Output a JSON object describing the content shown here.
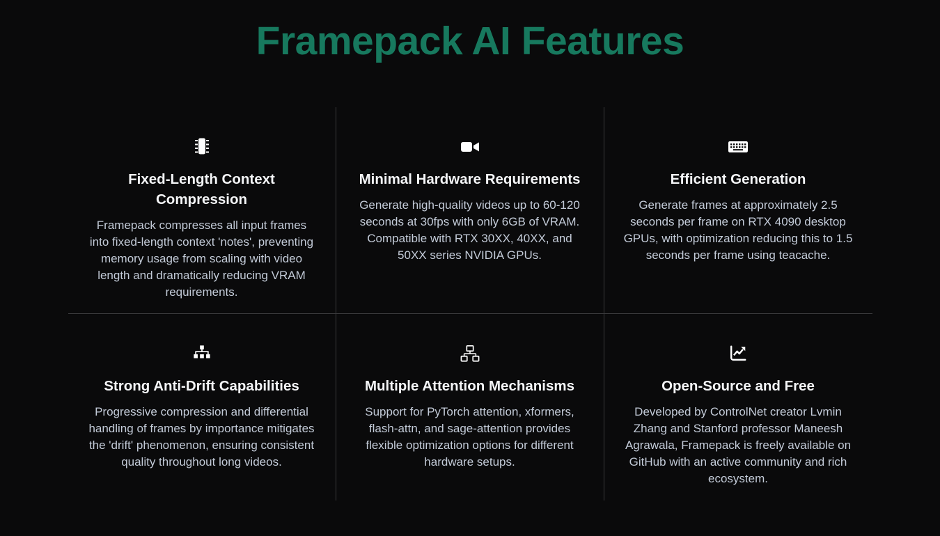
{
  "theme": {
    "background": "#0a0a0b",
    "accent": "#17795e",
    "heading_color": "#f4f5f7",
    "body_color": "#c3cbd8",
    "divider": "#3a3a3c",
    "icon_color": "#ffffff"
  },
  "header": {
    "title": "Framepack AI Features"
  },
  "features": [
    {
      "icon": "microchip-icon",
      "title": "Fixed-Length Context Compression",
      "description": "Framepack compresses all input frames into fixed-length context 'notes', preventing memory usage from scaling with video length and dramatically reducing VRAM requirements."
    },
    {
      "icon": "video-camera-icon",
      "title": "Minimal Hardware Requirements",
      "description": "Generate high-quality videos up to 60-120 seconds at 30fps with only 6GB of VRAM. Compatible with RTX 30XX, 40XX, and 50XX series NVIDIA GPUs."
    },
    {
      "icon": "keyboard-icon",
      "title": "Efficient Generation",
      "description": "Generate frames at approximately 2.5 seconds per frame on RTX 4090 desktop GPUs, with optimization reducing this to 1.5 seconds per frame using teacache."
    },
    {
      "icon": "sitemap-icon",
      "title": "Strong Anti-Drift Capabilities",
      "description": "Progressive compression and differential handling of frames by importance mitigates the 'drift' phenomenon, ensuring consistent quality throughout long videos."
    },
    {
      "icon": "network-icon",
      "title": "Multiple Attention Mechanisms",
      "description": "Support for PyTorch attention, xformers, flash-attn, and sage-attention provides flexible optimization options for different hardware setups."
    },
    {
      "icon": "chart-line-icon",
      "title": "Open-Source and Free",
      "description": "Developed by ControlNet creator Lvmin Zhang and Stanford professor Maneesh Agrawala, Framepack is freely available on GitHub with an active community and rich ecosystem."
    }
  ]
}
